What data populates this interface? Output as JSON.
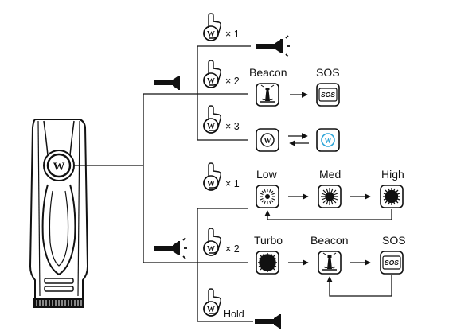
{
  "top_group": {
    "press_1": {
      "count": "× 1"
    },
    "press_2": {
      "count": "× 2",
      "labels": [
        "Beacon",
        "SOS"
      ]
    },
    "press_3": {
      "count": "× 3"
    }
  },
  "bottom_group": {
    "press_1": {
      "count": "× 1",
      "labels": [
        "Low",
        "Med",
        "High"
      ]
    },
    "press_2": {
      "count": "× 2",
      "labels": [
        "Turbo",
        "Beacon",
        "SOS"
      ]
    },
    "hold": {
      "count": "Hold"
    }
  },
  "symbols": {
    "button_letter": "W",
    "sos_icon_text": "SOS"
  },
  "colors": {
    "line": "#111111",
    "accent": "#2aa4d8"
  }
}
